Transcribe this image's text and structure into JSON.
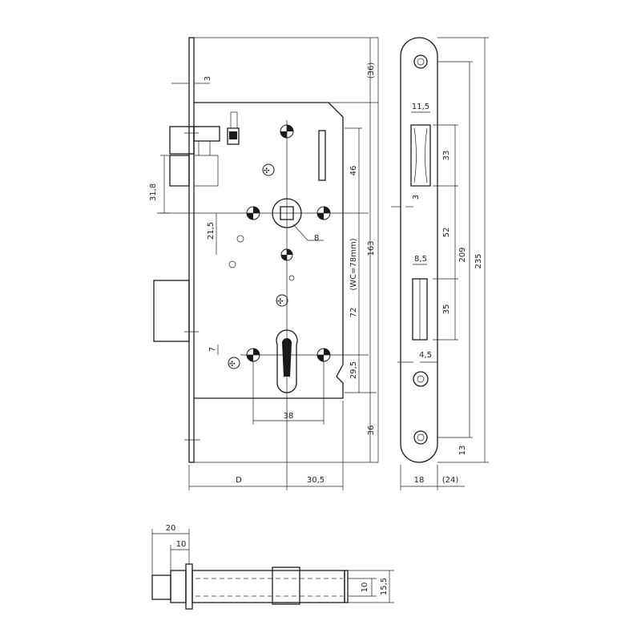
{
  "front_view": {
    "dims": {
      "top_gap": "(36)",
      "faceplate_thickness": "3",
      "latch_height": "31,8",
      "latch_offset": "21,5",
      "spindle_to_latch": "46",
      "follower_size": "8",
      "height_total": "163",
      "center_distance_label": "(WC=78mm)",
      "center_distance": "72",
      "cyl_offset": "7",
      "cyl_lower": "29,5",
      "screw_spacing": "38",
      "bottom_gap": "36",
      "backset": "D",
      "backset_right": "30,5"
    }
  },
  "faceplate_view": {
    "dims": {
      "latch_width": "11,5",
      "latch_opening": "33",
      "plate_thickness": "3",
      "spacing_mid": "52",
      "distance_209": "209",
      "length_235": "235",
      "bolt_width": "8,5",
      "bolt_opening": "35",
      "bolt_offset": "4,5",
      "bottom_hole": "13",
      "plate_width": "18",
      "plate_width_alt": "(24)"
    }
  },
  "bolt_view": {
    "dims": {
      "length_20": "20",
      "length_10": "10",
      "height_10": "10",
      "height_15_5": "15,5"
    }
  }
}
